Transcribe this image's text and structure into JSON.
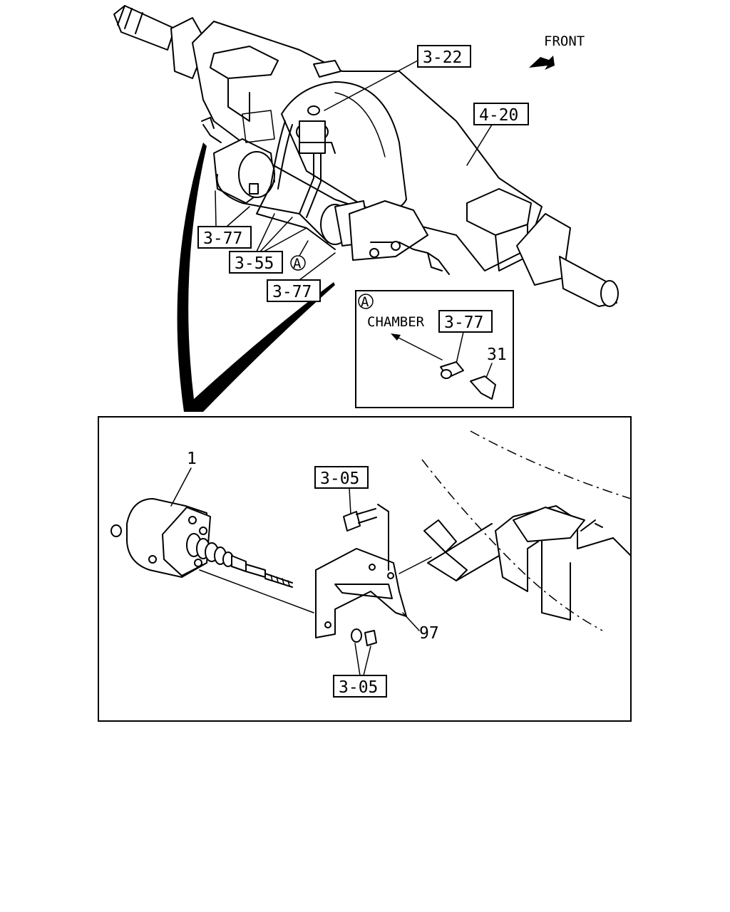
{
  "direction": {
    "label": "FRONT"
  },
  "callouts": {
    "ref_3_22": "3-22",
    "ref_4_20": "4-20",
    "ref_3_77_left": "3-77",
    "ref_3_55": "3-55",
    "ref_3_77_bottom": "3-77",
    "ref_3_77_inset": "3-77",
    "ref_3_05_top": "3-05",
    "ref_3_05_bottom": "3-05"
  },
  "markers": {
    "view_a": "A",
    "view_a_inset": "A"
  },
  "inset": {
    "chamber_label": "CHAMBER"
  },
  "part_numbers": {
    "part_1": "1",
    "part_31": "31",
    "part_97": "97"
  }
}
